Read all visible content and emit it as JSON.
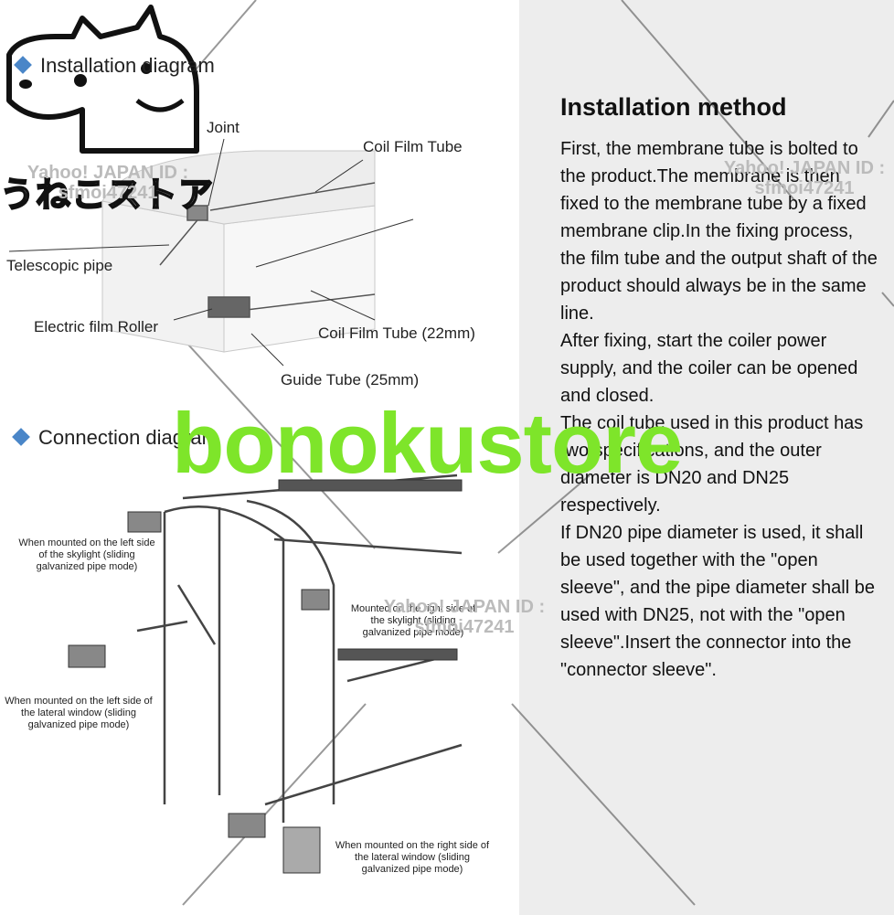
{
  "installation": {
    "heading": "Installation diagram",
    "labels": {
      "joint": "Joint",
      "coil_film_tube": "Coil Film Tube",
      "telescopic_pipe": "Telescopic pipe",
      "electric_film_roller": "Electric film Roller",
      "coil_film_tube_22": "Coil Film Tube (22mm)",
      "guide_tube_25": "Guide Tube (25mm)"
    }
  },
  "connection": {
    "heading": "Connection diagram",
    "labels": {
      "left_skylight": "When mounted on the left side of the skylight (sliding galvanized pipe mode)",
      "right_skylight": "Mounted on the right side of the skylight (sliding galvanized pipe mode)",
      "left_lateral": "When mounted on the left side of the lateral window (sliding galvanized pipe mode)",
      "right_lateral": "When mounted on the right side of the lateral window (sliding galvanized pipe mode)"
    }
  },
  "method": {
    "title": "Installation method",
    "paragraphs": [
      "First, the membrane tube is bolted to the product.The membrane is then fixed to the membrane tube by a fixed membrane clip.In the fixing process, the film tube and the output shaft of the product should always be in the same line.",
      "After fixing, start the coiler power supply, and the coiler can be opened and closed.",
      "The coil tube used in this product has two specifications, and the outer diameter is DN20 and DN25 respectively.",
      "If DN20 pipe diameter is used, it shall be used together with the \"open sleeve\", and the pipe diameter shall be used with DN25, not with the \"open sleeve\".Insert the connector into the \"connector sleeve\"."
    ]
  },
  "watermarks": {
    "brand": "bonokustore",
    "store_logo": "うねこストア",
    "yahoo_1": "Yahoo! JAPAN ID :",
    "yahoo_id_1": "sfmoi47241",
    "yahoo_2": "Yahoo! JAPAN ID :",
    "yahoo_id_2": "sfmoi47241",
    "yahoo_3": "Yahoo! JAPAN ID :",
    "yahoo_id_3": "sfmoi47241"
  },
  "colors": {
    "bullet": "#4a86c8",
    "watermark_green": "#7ee52a",
    "panel_gray": "#ededed"
  }
}
